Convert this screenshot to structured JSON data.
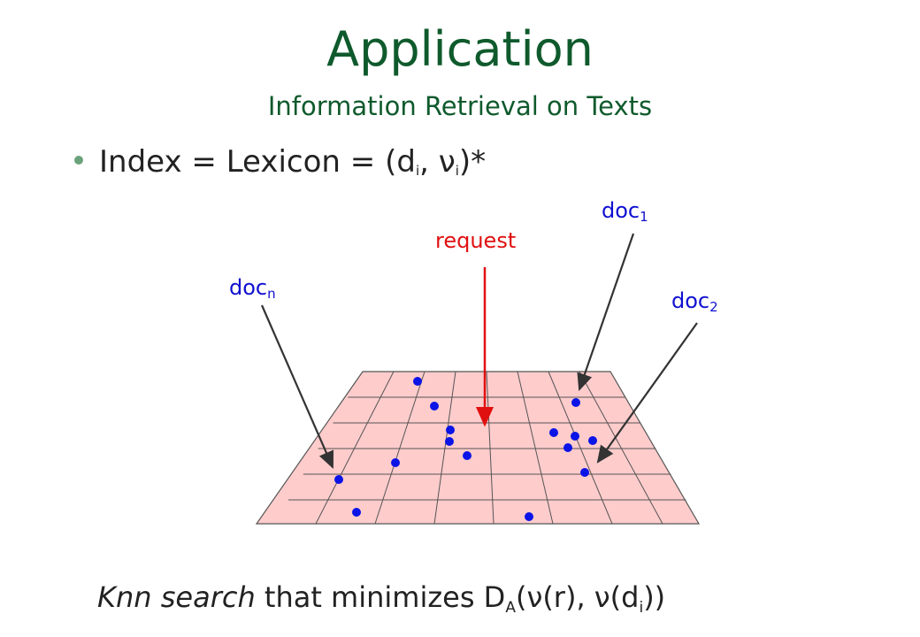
{
  "slide": {
    "title": "Application",
    "subtitle": "Information Retrieval on Texts",
    "bullet": {
      "prefix": "Index = Lexicon = (d",
      "sub1": "i",
      "middle": ", ν",
      "sub2": "i",
      "suffix": ")*"
    },
    "labels": {
      "doc1": {
        "text": "doc",
        "sub": "1"
      },
      "doc2": {
        "text": "doc",
        "sub": "2"
      },
      "docn": {
        "text": "doc",
        "sub": "n"
      },
      "request": "request"
    },
    "bottom": {
      "italic": "Knn search",
      "text1": " that minimizes D",
      "sub1": "A",
      "text2": "(ν(r), ν(d",
      "sub2": "i",
      "text3": "))"
    },
    "colors": {
      "title": "#0f5a2c",
      "grid_fill": "#ffcccc",
      "grid_line": "#555555",
      "point": "#0a14e6",
      "request_arrow": "#e01010",
      "doc_label": "#1010d0"
    }
  }
}
